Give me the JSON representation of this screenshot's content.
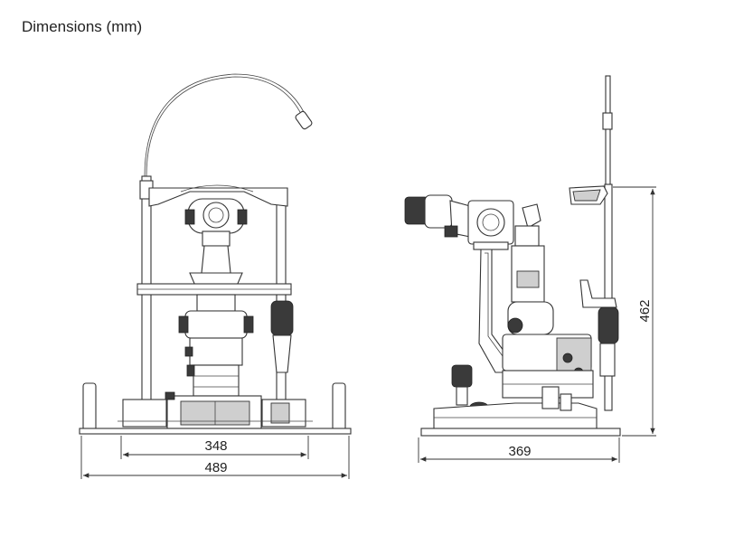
{
  "title": "Dimensions (mm)",
  "dimensions": {
    "front_inner_width": "348",
    "front_outer_width": "489",
    "side_depth": "369",
    "side_height": "462"
  },
  "units": "mm"
}
